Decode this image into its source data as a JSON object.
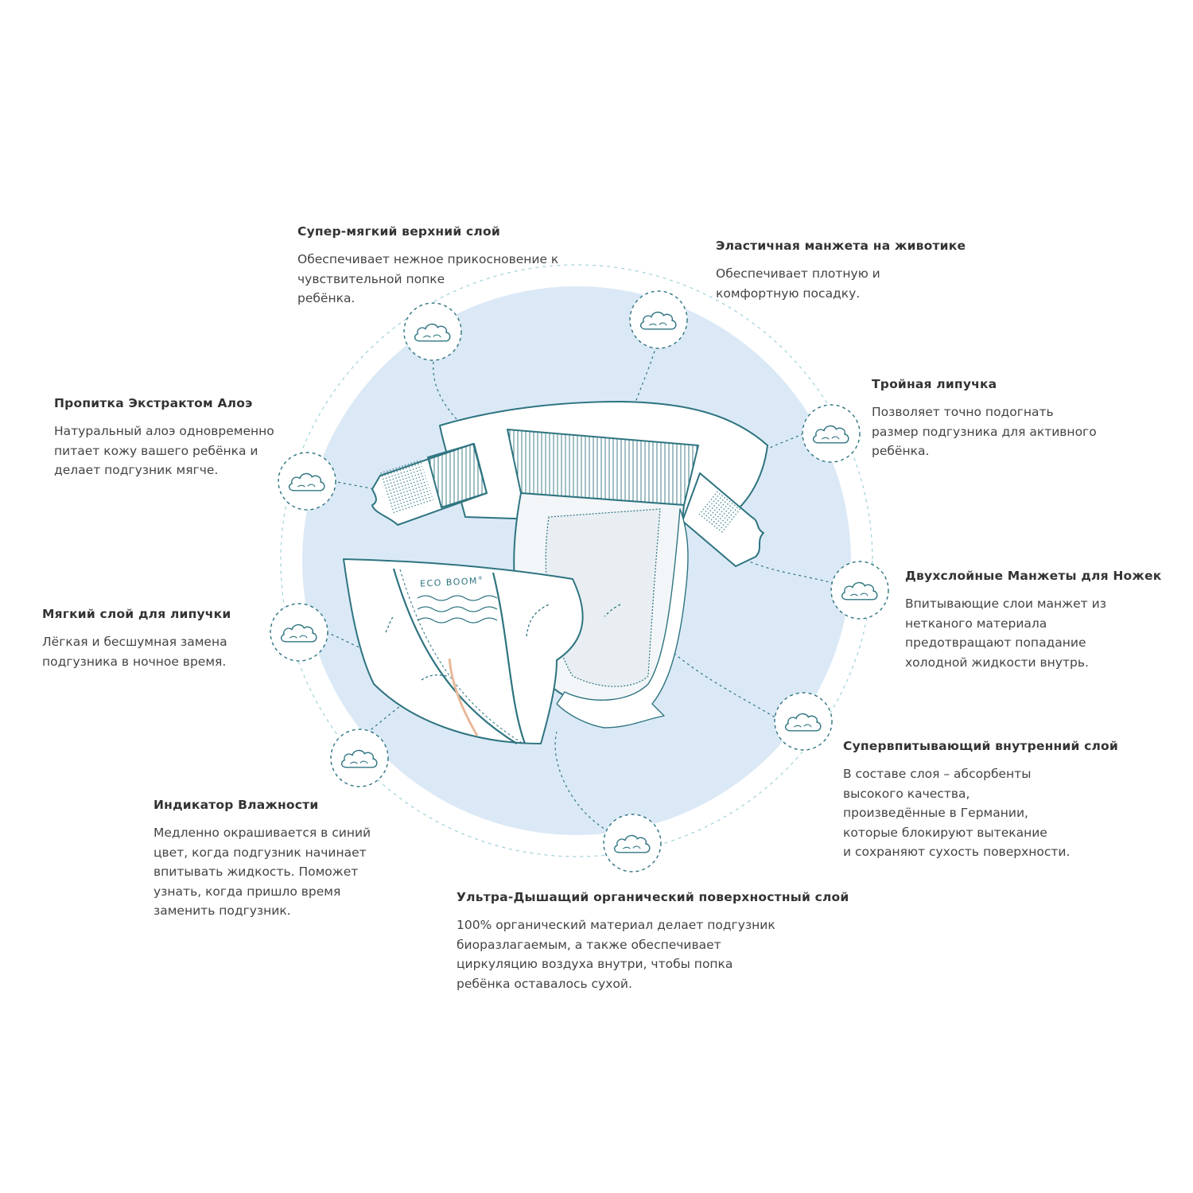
{
  "brand": {
    "logo_text": "ECO BOOM",
    "logo_mark": "®"
  },
  "colors": {
    "background": "#ffffff",
    "circle_fill": "#dbe9f6",
    "ring_dash": "#7fc4cf",
    "teal": "#2e7480",
    "diaper_fill": "#ffffff",
    "indicator": "#e9b99a",
    "text": "#444444",
    "heading": "#333333"
  },
  "features": [
    {
      "id": "top-layer",
      "icon": "cloud-icon",
      "title": "Супер-мягкий верхний слой",
      "lines": [
        "Обеспечивает нежное прикосновение к",
        "чувствительной попке",
        "ребёнка."
      ]
    },
    {
      "id": "waist-cuff",
      "icon": "cloud-icon",
      "title": "Эластичная манжета на животике",
      "lines": [
        "Обеспечивает плотную и",
        "комфортную посадку."
      ]
    },
    {
      "id": "aloe",
      "icon": "cloud-icon",
      "title": "Пропитка Экстрактом Алоэ",
      "lines": [
        "Натуральный алоэ одновременно",
        "питает кожу вашего ребёнка и",
        "делает подгузник мягче."
      ]
    },
    {
      "id": "triple-tape",
      "icon": "cloud-icon",
      "title": "Тройная липучка",
      "lines": [
        "Позволяет точно подогнать",
        "размер подгузника для активного",
        "ребёнка."
      ]
    },
    {
      "id": "leg-cuffs",
      "icon": "cloud-icon",
      "title": "Двухслойные Манжеты для Ножек",
      "lines": [
        "Впитывающие слои манжет из",
        "нетканого материала",
        "предотвращают попадание",
        "холодной жидкости внутрь."
      ]
    },
    {
      "id": "soft-tape-layer",
      "icon": "cloud-icon",
      "title": "Мягкий слой для липучки",
      "lines": [
        "Лёгкая и бесшумная замена",
        "подгузника в ночное время."
      ]
    },
    {
      "id": "absorbent-core",
      "icon": "cloud-icon",
      "title": "Супервпитывающий внутренний слой",
      "lines": [
        "В составе слоя – абсорбенты",
        "высокого качества,",
        "произведённые в Германии,",
        "которые блокируют вытекание",
        "и сохраняют сухость поверхности."
      ]
    },
    {
      "id": "wetness-indicator",
      "icon": "cloud-icon",
      "title": "Индикатор Влажности",
      "lines": [
        "Медленно окрашивается в синий",
        "цвет, когда подгузник начинает",
        "впитывать жидкость. Поможет",
        "узнать, когда пришло время",
        "заменить подгузник."
      ]
    },
    {
      "id": "breathable-layer",
      "icon": "cloud-icon",
      "title": "Ультра-Дышащий органический поверхностный слой",
      "lines": [
        "100% органический материал делает подгузник",
        "биоразлагаемым, а также обеспечивает",
        "циркуляцию воздуха внутри, чтобы попка",
        "ребёнка оставалось сухой."
      ]
    }
  ]
}
